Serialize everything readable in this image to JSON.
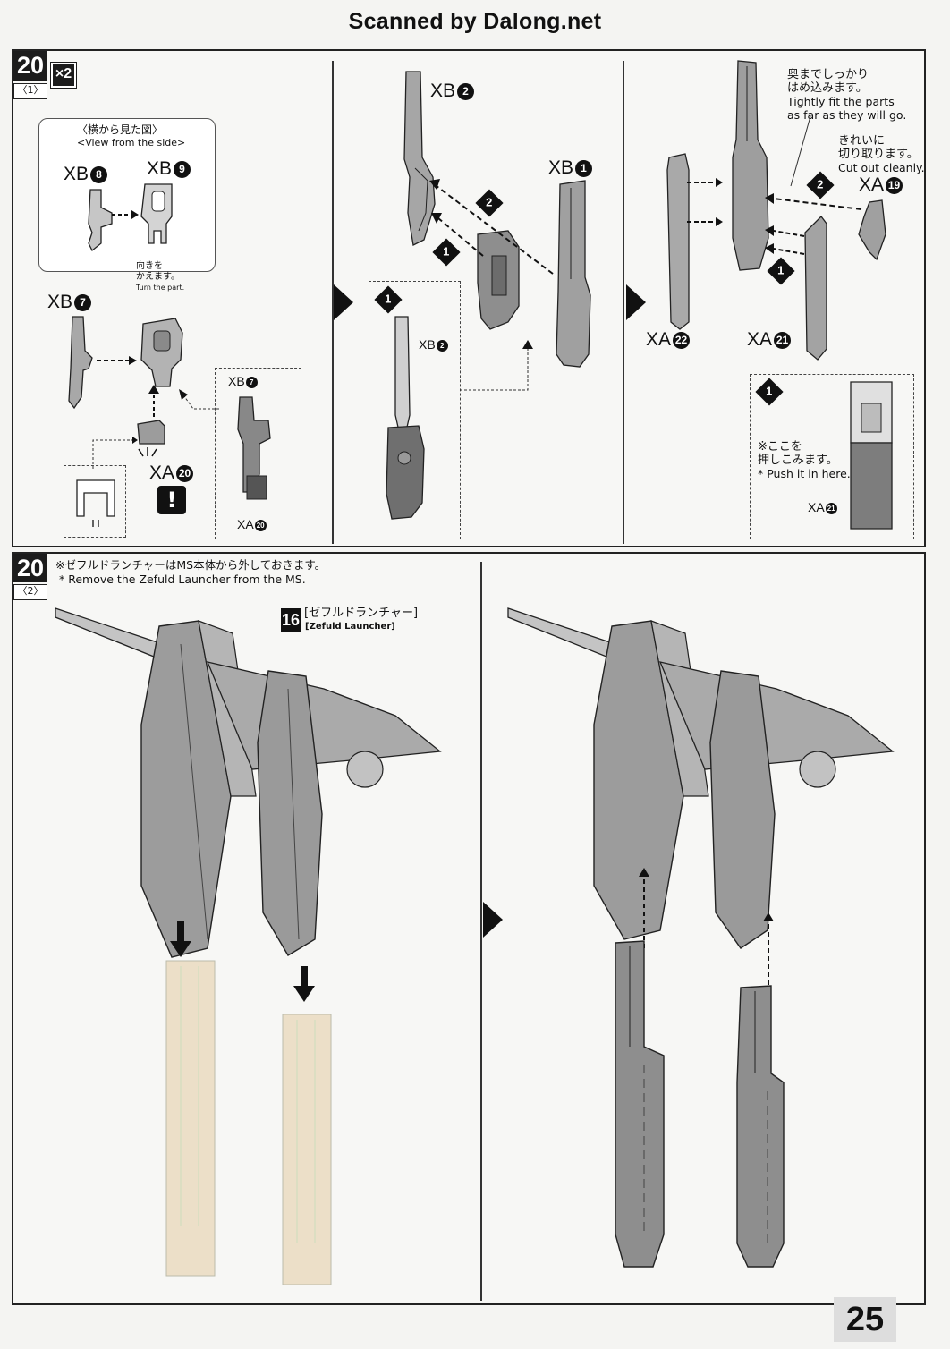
{
  "watermark": "Scanned by Dalong.net",
  "step1": {
    "number": "20",
    "sub": "〈1〉",
    "multiplier": "×2",
    "side_view": {
      "title_jp": "〈横から見た図〉",
      "title_en": "<View from the side>"
    },
    "turn_note": {
      "jp_line1": "向きを",
      "jp_line2": "かえます。",
      "en": "Turn the part."
    },
    "tight_note": {
      "jp_line1": "奥までしっかり",
      "jp_line2": "はめ込みます。",
      "en_line1": "Tightly fit the parts",
      "en_line2": "as far as they will go."
    },
    "cut_note": {
      "jp_line1": "きれいに",
      "jp_line2": "切り取ります。",
      "en": "Cut out cleanly."
    },
    "push_note": {
      "jp_line1": "※ここを",
      "jp_line2": "押しこみます。",
      "en": "* Push it in here."
    },
    "labels": {
      "xb8": {
        "runner": "XB",
        "num": "8"
      },
      "xb9": {
        "runner": "XB",
        "num": "9"
      },
      "xb7": {
        "runner": "XB",
        "num": "7"
      },
      "xb7s": {
        "runner": "XB",
        "num": "7"
      },
      "xa20": {
        "runner": "XA",
        "num": "20"
      },
      "xa20s": {
        "runner": "XA",
        "num": "20"
      },
      "xb2": {
        "runner": "XB",
        "num": "2"
      },
      "xb2s": {
        "runner": "XB",
        "num": "2"
      },
      "xb1": {
        "runner": "XB",
        "num": "1"
      },
      "xa19": {
        "runner": "XA",
        "num": "19"
      },
      "xa22": {
        "runner": "XA",
        "num": "22"
      },
      "xa21": {
        "runner": "XA",
        "num": "21"
      },
      "xa21s": {
        "runner": "XA",
        "num": "21"
      }
    },
    "order": {
      "one": "1",
      "two": "2"
    },
    "caution": "!"
  },
  "step2": {
    "number": "20",
    "sub": "〈2〉",
    "note_jp": "※ゼフルドランチャーはMS本体から外しておきます。",
    "note_en": "* Remove the Zefuld Launcher from the MS.",
    "launcher": {
      "num": "16",
      "jp": "[ゼフルドランチャー]",
      "en": "[Zefuld Launcher]"
    }
  },
  "page_number": "25",
  "colors": {
    "ink": "#111111",
    "paper": "#f7f7f5",
    "part": "#9a9a9a",
    "ghost": "#e9ddc8"
  }
}
